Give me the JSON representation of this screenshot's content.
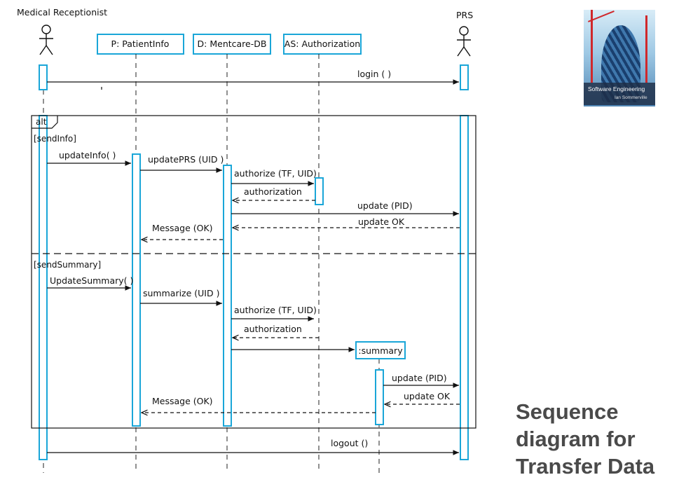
{
  "actors": {
    "receptionist": "Medical Receptionist",
    "prs": "PRS"
  },
  "objects": {
    "patient_info": "P: PatientInfo",
    "mentcare_db": "D: Mentcare-DB",
    "authorization": "AS: Authorization",
    "summary": ":summary"
  },
  "frame": {
    "operator": "alt",
    "guard_send_info": "[sendInfo]",
    "guard_send_summary": "[sendSummary]"
  },
  "messages": {
    "login": "login ( )",
    "update_info": "updateInfo( )",
    "update_prs": "updatePRS (UID )",
    "authorize_1": "authorize (TF, UID)",
    "authorization_1": "authorization",
    "update_pid_1": "update (PID)",
    "update_ok_1": "update OK",
    "message_ok_1": "Message (OK)",
    "update_summary": "UpdateSummary( )",
    "summarize": "summarize (UID )",
    "authorize_2": "authorize (TF, UID)",
    "authorization_2": "authorization",
    "update_pid_2": "update (PID)",
    "update_ok_2": "update OK",
    "message_ok_2": "Message (OK)",
    "logout": "logout ()"
  },
  "slide_title": "Sequence diagram for Transfer Data",
  "book_cover": {
    "title": "Software Engineering",
    "author": "Ian Sommerville"
  },
  "colors": {
    "activation_stroke": "#1aa6d8",
    "title_text": "#4a4a4a"
  }
}
